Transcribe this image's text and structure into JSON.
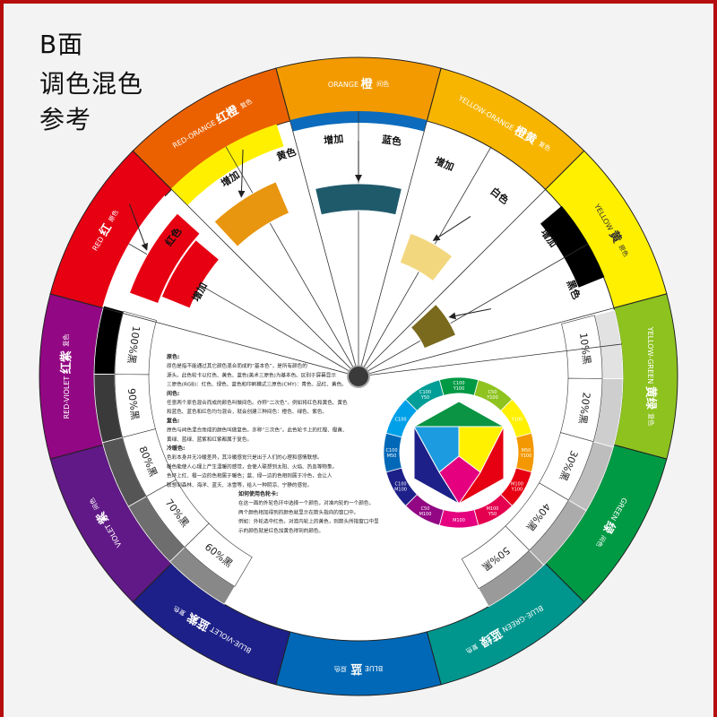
{
  "heading": [
    "B面",
    "调色混色",
    "参考"
  ],
  "outer_ring": [
    {
      "en": "ORANGE",
      "zh": "橙",
      "type": "间色",
      "color": "#f39a00"
    },
    {
      "en": "YELLOW-ORANGE",
      "zh": "橙黄",
      "type": "复色",
      "color": "#f7b500"
    },
    {
      "en": "YELLOW",
      "zh": "黄",
      "type": "原色",
      "color": "#fff000"
    },
    {
      "en": "YELLOW-GREEN",
      "zh": "黄绿",
      "type": "复色",
      "color": "#8dc21f"
    },
    {
      "en": "GREEN",
      "zh": "绿",
      "type": "间色",
      "color": "#009a44"
    },
    {
      "en": "BLUE-GREEN",
      "zh": "蓝绿",
      "type": "复色",
      "color": "#00958d"
    },
    {
      "en": "BLUE",
      "zh": "蓝",
      "type": "原色",
      "color": "#0068b7"
    },
    {
      "en": "BLUE-VIOLET",
      "zh": "蓝紫",
      "type": "复色",
      "color": "#1d2088"
    },
    {
      "en": "VIOLET",
      "zh": "紫",
      "type": "间色",
      "color": "#601986"
    },
    {
      "en": "RED-VIOLET",
      "zh": "红紫",
      "type": "复色",
      "color": "#920783"
    },
    {
      "en": "RED",
      "zh": "红",
      "type": "原色",
      "color": "#e60012"
    },
    {
      "en": "RED-ORANGE",
      "zh": "红橙",
      "type": "复色",
      "color": "#eb6100"
    }
  ],
  "gray_scale": [
    {
      "label": "100%黑",
      "shade": "#000000"
    },
    {
      "label": "90%黑",
      "shade": "#3a3a3a"
    },
    {
      "label": "80%黑",
      "shade": "#555555"
    },
    {
      "label": "70%黑",
      "shade": "#6e6e6e"
    },
    {
      "label": "60%黑",
      "shade": "#888888"
    },
    {
      "label": "50%黑",
      "shade": "#9a9a9a"
    },
    {
      "label": "40%黑",
      "shade": "#ababab"
    },
    {
      "label": "30%黑",
      "shade": "#bdbdbd"
    },
    {
      "label": "20%黑",
      "shade": "#cecece"
    },
    {
      "label": "10%黑",
      "shade": "#e2e2e2"
    }
  ],
  "mix_windows": [
    {
      "add": "增加",
      "color_name": "红色",
      "result": "#e60012"
    },
    {
      "add": "增加",
      "color_name": "黄色",
      "result": "#e8950f"
    },
    {
      "add": "增加",
      "color_name": "蓝色",
      "result": "#1f5a6b"
    },
    {
      "add": "增加",
      "color_name": "白色",
      "result": "#f3d77f"
    },
    {
      "add": "增加",
      "color_name": "黑色",
      "result": "#7a6a1e"
    }
  ],
  "info_text": [
    {
      "h": true,
      "t": "原色:"
    },
    {
      "t": "原色是指不能通过其它颜色混合而成的“基本色”，是所有颜色的"
    },
    {
      "t": "源头。此色轮卡以红色、黄色、蓝色(美术三原色)为基本色。区别于屏幕显示"
    },
    {
      "t": "三原色(RGB)：红色、绿色、蓝色和印刷模式三原色(CMY)：青色、品红、黄色。"
    },
    {
      "h": true,
      "t": "间色:"
    },
    {
      "t": "任意两个原色混合而成的颜色叫做间色。亦称“二次色”。例如将红色和黄色、黄色"
    },
    {
      "t": "和蓝色、蓝色和红色均匀混合，就会创建三种间色：橙色、绿色、紫色。"
    },
    {
      "h": true,
      "t": "复色:"
    },
    {
      "t": "原色与间色混合而成的颜色叫做复色。亦称“三次色”。此色轮卡上的红橙、橙黄、"
    },
    {
      "t": "黄绿、蓝绿、蓝紫和红紫都属于复色。"
    },
    {
      "h": true,
      "t": "冷暖色:"
    },
    {
      "t": "色彩本身并无冷暖差异，其冷暖感觉只是出于人们的心理和感情联想。"
    },
    {
      "t": "暖色能使人心理上产生温暖的感觉，会使人联想到太阳、火焰、热血等物象。"
    },
    {
      "t": "色环上红、橙一边的色相属于暖色；蓝、绿一边的色相则属于冷色，会让人"
    },
    {
      "t": "联想到森林、海洋、蓝天、冰雪等，给人一种阴凉、宁静的感觉。"
    }
  ],
  "usage_text": [
    {
      "h": true,
      "t": "如何使用色轮卡:"
    },
    {
      "t": "在这一面的外轮色环中选择一个颜色，对准内轮的一个颜色，"
    },
    {
      "t": "两个颜色相加得到的颜色就显示在箭头指向的窗口中。"
    },
    {
      "t": "例如：外轮选中红色，对准内轮上的黄色，则箭头所指窗口中显"
    },
    {
      "t": "示的颜色就是红色加黄色得到的颜色。"
    }
  ],
  "mini_wheel": [
    {
      "label": "C100 Y100",
      "color": "#009944"
    },
    {
      "label": "C50 Y100",
      "color": "#8fc31f"
    },
    {
      "label": "Y100",
      "color": "#fff100"
    },
    {
      "label": "M50 Y100",
      "color": "#f39800"
    },
    {
      "label": "M100 Y100",
      "color": "#e60012"
    },
    {
      "label": "M100 Y50",
      "color": "#e5004f"
    },
    {
      "label": "M100",
      "color": "#e4007f"
    },
    {
      "label": "C50 M100",
      "color": "#920783"
    },
    {
      "label": "C100 M100",
      "color": "#1d2088"
    },
    {
      "label": "C100 M50",
      "color": "#0068b7"
    },
    {
      "label": "C100",
      "color": "#00a0e9"
    },
    {
      "label": "C100 Y50",
      "color": "#009e96"
    }
  ]
}
